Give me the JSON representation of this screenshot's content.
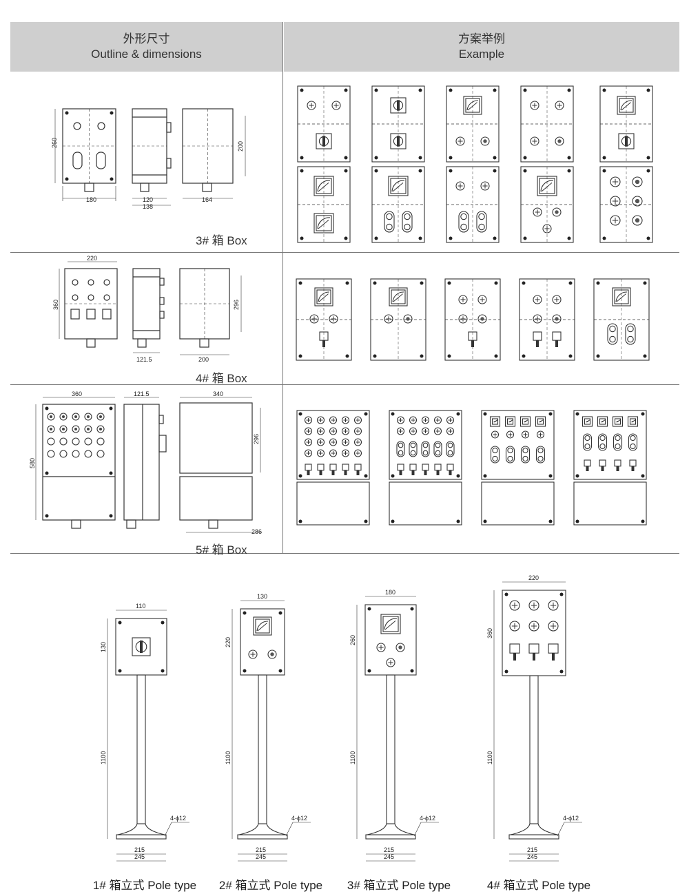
{
  "header": {
    "left_cn": "外形尺寸",
    "left_en": "Outline & dimensions",
    "right_cn": "方案举例",
    "right_en": "Example"
  },
  "rows": [
    {
      "label": "3# 箱 Box",
      "dims": {
        "height": "260",
        "inner_height": "200",
        "width_front": "180",
        "depth_a": "120",
        "depth_b": "138",
        "width_back": "164"
      }
    },
    {
      "label": "4# 箱 Box",
      "dims": {
        "width_top": "220",
        "height": "360",
        "inner_height": "296",
        "depth": "121.5",
        "width_back": "200"
      }
    },
    {
      "label": "5# 箱 Box",
      "dims": {
        "width_front": "360",
        "depth": "121.5",
        "width_back": "340",
        "height": "580",
        "inner_height": "296",
        "base": "286"
      }
    }
  ],
  "poles": [
    {
      "label": "1# 箱立式 Pole type",
      "width": "110",
      "height": "130",
      "pole": "1100",
      "hole": "4-ϕ12",
      "base_a": "215",
      "base_b": "245"
    },
    {
      "label": "2# 箱立式 Pole type",
      "width": "130",
      "height": "220",
      "pole": "1100",
      "hole": "4-ϕ12",
      "base_a": "215",
      "base_b": "245"
    },
    {
      "label": "3# 箱立式 Pole type",
      "width": "180",
      "height": "260",
      "pole": "1100",
      "hole": "4-ϕ12",
      "base_a": "215",
      "base_b": "245"
    },
    {
      "label": "4# 箱立式 Pole type",
      "width": "220",
      "height": "360",
      "pole": "1100",
      "hole": "4-ϕ12",
      "base_a": "215",
      "base_b": "245"
    }
  ],
  "colors": {
    "header_bg": "#cfcfcf",
    "line": "#333333",
    "rule": "#777777"
  }
}
